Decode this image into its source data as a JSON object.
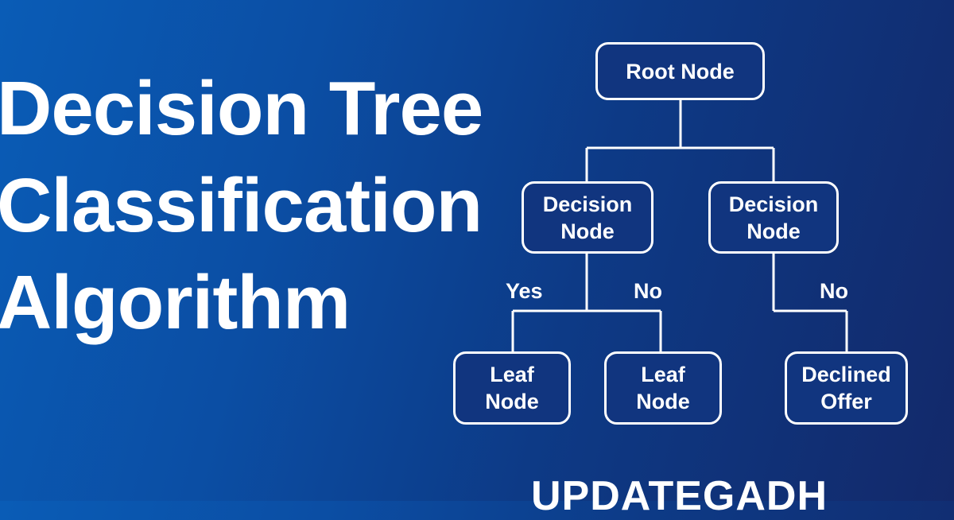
{
  "title": {
    "lines": [
      "Decision Tree",
      "Classification",
      "Algorithm"
    ]
  },
  "tree": {
    "root": {
      "line1": "Root Node"
    },
    "decision_left": {
      "line1": "Decision",
      "line2": "Node"
    },
    "decision_right": {
      "line1": "Decision",
      "line2": "Node"
    },
    "leaf_1": {
      "line1": "Leaf",
      "line2": "Node"
    },
    "leaf_2": {
      "line1": "Leaf",
      "line2": "Node"
    },
    "declined": {
      "line1": "Declined",
      "line2": "Offer"
    },
    "edge_labels": {
      "left_yes": "Yes",
      "left_no": "No",
      "right_no": "No"
    }
  },
  "brand": "UPDATEGADH",
  "colors": {
    "bg_left": "#0a5cb6",
    "bg_right": "#13296a",
    "node_fill": "#11357f",
    "stroke": "#ffffff"
  }
}
